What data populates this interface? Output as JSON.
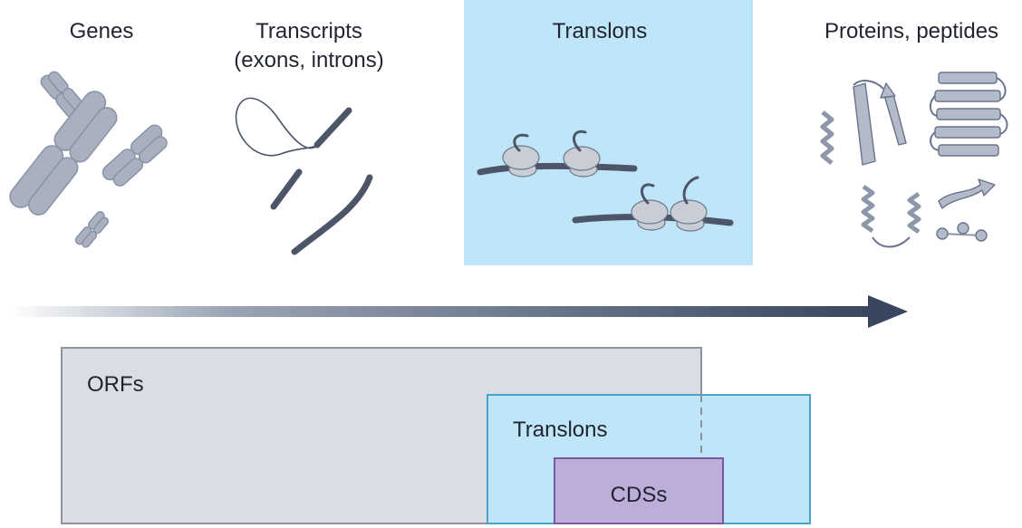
{
  "stages": [
    {
      "id": "genes",
      "lines": [
        "Genes"
      ]
    },
    {
      "id": "transcripts",
      "lines": [
        "Transcripts",
        "(exons, introns)"
      ]
    },
    {
      "id": "translons",
      "lines": [
        "Translons"
      ]
    },
    {
      "id": "proteins",
      "lines": [
        "Proteins, peptides"
      ]
    }
  ],
  "boxes": {
    "orfs": "ORFs",
    "translons": "Translons",
    "cdss": "CDSs"
  },
  "colors": {
    "highlight": "#bfe5f8",
    "orfs_fill": "#dadde4",
    "orfs_stroke": "#8e939c",
    "translons_fill": "#bfe5f8",
    "translons_stroke": "#4aa3cf",
    "cdss_fill": "#bcaed8",
    "cdss_stroke": "#7b57a4",
    "icon_fill": "#a9b1c0",
    "icon_dark": "#4c5668",
    "arrow_dark": "#37465e"
  },
  "icons": {
    "genes": "chromosome-icon",
    "transcripts": "rna-transcript-icon",
    "translons": "ribosome-icon",
    "proteins": "protein-structure-icon"
  }
}
